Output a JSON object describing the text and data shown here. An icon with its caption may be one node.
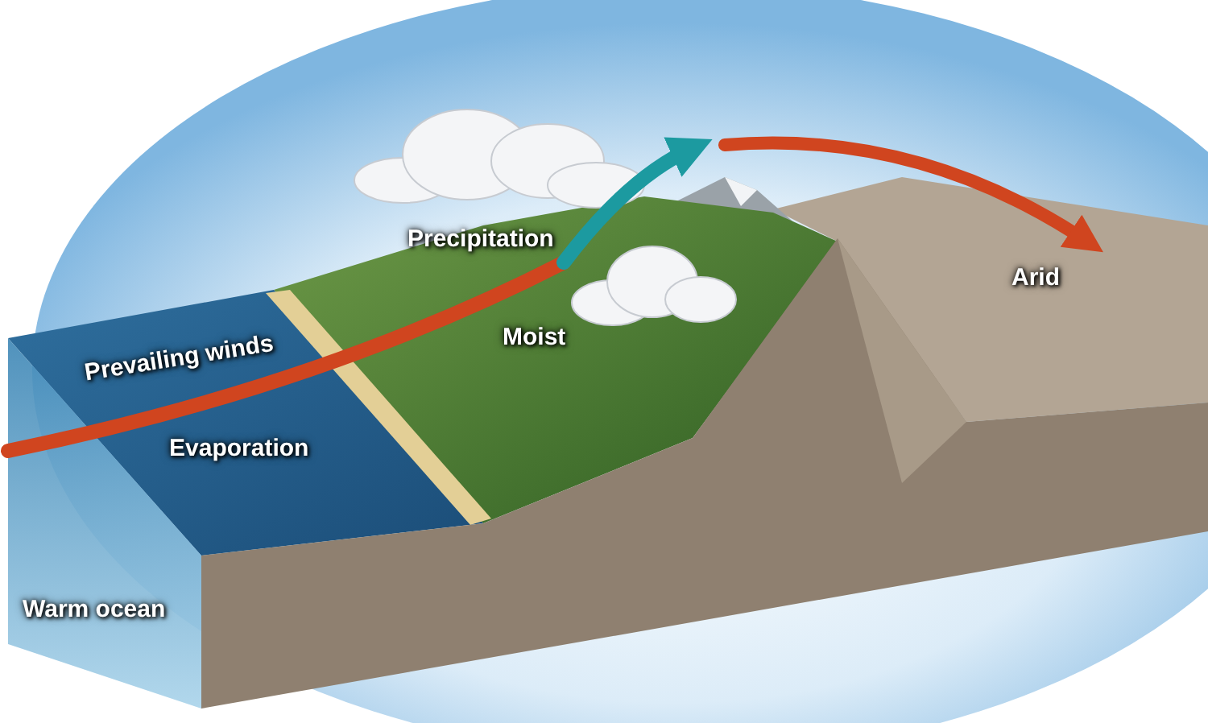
{
  "diagram": {
    "labels": [
      "Precipitation",
      "Arid",
      "Moist",
      "Prevailing winds",
      "Evaporation",
      "Warm ocean"
    ]
  }
}
